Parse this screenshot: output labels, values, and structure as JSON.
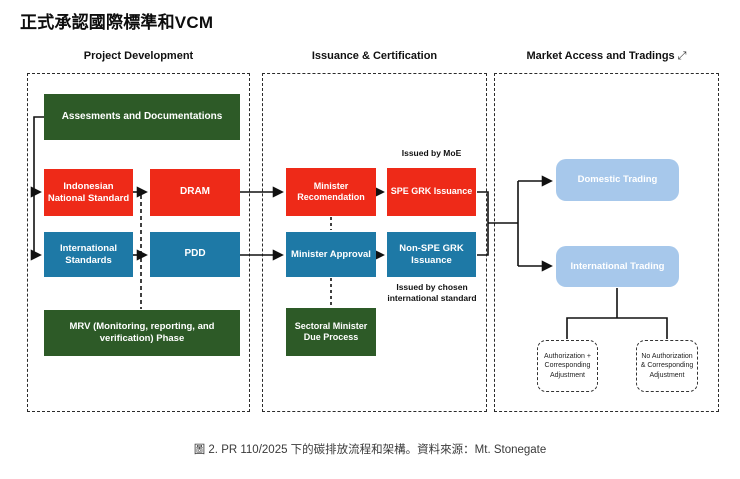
{
  "title": "正式承認國際標準和VCM",
  "caption": "圖 2. PR 110/2025 下的碳排放流程和架構。資料來源：Mt. Stonegate",
  "columns": [
    {
      "id": "project-development",
      "header": "Project Development"
    },
    {
      "id": "issuance-certification",
      "header": "Issuance & Certification"
    },
    {
      "id": "market-access",
      "header": "Market Access and Tradings",
      "expand_icon": "⤢"
    }
  ],
  "nodes": {
    "assessments": {
      "label": "Assesments and Documentations",
      "color": "green"
    },
    "indonesian_standard": {
      "label": "Indonesian National Standard",
      "color": "red"
    },
    "dram": {
      "label": "DRAM",
      "color": "red"
    },
    "international_standards": {
      "label": "International Standards",
      "color": "blue"
    },
    "pdd": {
      "label": "PDD",
      "color": "blue"
    },
    "mrv": {
      "label": "MRV (Monitoring, reporting, and verification) Phase",
      "color": "green"
    },
    "minister_recomendation": {
      "label": "Minister Recomendation",
      "color": "red"
    },
    "spe_grk": {
      "label": "SPE GRK Issuance",
      "color": "red",
      "note": "Issued by MoE"
    },
    "minister_approval": {
      "label": "Minister Approval",
      "color": "blue"
    },
    "non_spe_grk": {
      "label": "Non-SPE GRK Issuance",
      "color": "blue",
      "note": "Issued by chosen international standard"
    },
    "sectoral_minister": {
      "label": "Sectoral Minister Due Process",
      "color": "green"
    },
    "domestic_trading": {
      "label": "Domestic Trading",
      "color": "light_blue"
    },
    "international_trading": {
      "label": "International Trading",
      "color": "light_blue"
    },
    "authorization_adjustment": {
      "label": "Authorization + Corresponding Adjustment"
    },
    "no_authorization_adjustment": {
      "label": "No Authorization & Corresponding Adjustment"
    }
  },
  "colors": {
    "red": "#ee2a18",
    "green": "#2d5a27",
    "blue": "#1e79a6",
    "light_blue": "#a7c8eb",
    "connector": "#111111"
  }
}
